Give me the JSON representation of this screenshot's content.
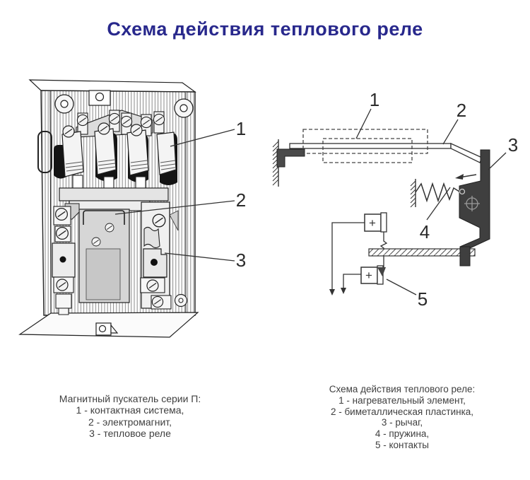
{
  "page": {
    "title": "Схема действия теплового реле",
    "title_color": "#28288c",
    "background_color": "#ffffff",
    "text_color": "#3f3f3f",
    "line_color": "#333333",
    "lever_fill_color": "#3f3f3f",
    "contact_cover_black": "#141414"
  },
  "left_diagram": {
    "name": "магнитный пускатель серии П (иллюстрация)",
    "callouts": [
      "1",
      "2",
      "3"
    ],
    "caption": {
      "heading": "Магнитный пускатель серии П:",
      "items": [
        "1 - контактная система,",
        "2 - электромагнит,",
        "3 - тепловое реле"
      ]
    }
  },
  "right_diagram": {
    "name": "схема действия теплового реле (принципиальная схема)",
    "callouts": [
      "1",
      "2",
      "3",
      "4",
      "5"
    ],
    "contact_plus": "+",
    "caption": {
      "heading": "Схема действия теплового реле:",
      "items": [
        "1 - нагревательный элемент,",
        "2 - биметаллическая пластинка,",
        "3 - рычаг,",
        "4 - пружина,",
        "5 - контакты"
      ]
    }
  }
}
